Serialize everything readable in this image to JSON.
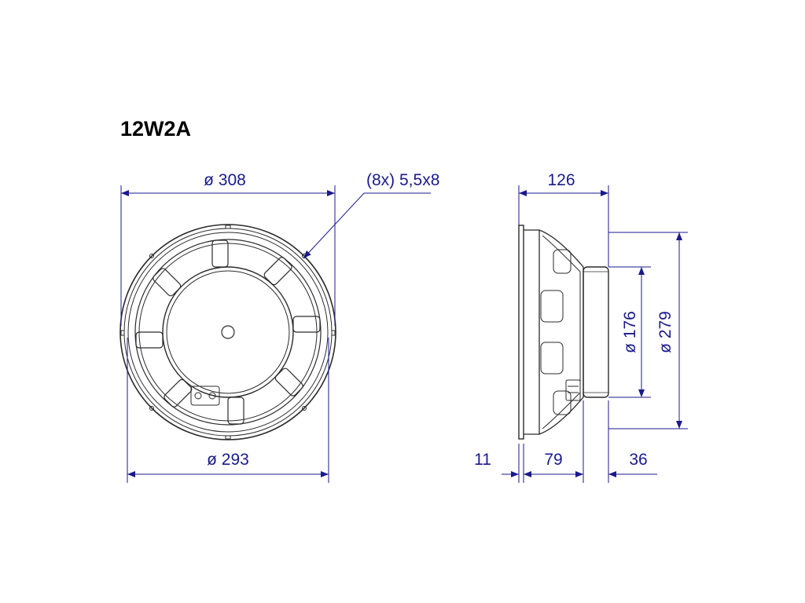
{
  "model": "12W2A",
  "dimensions": {
    "outer_diameter": "ø 308",
    "baffle_cutout_diameter": "ø 293",
    "mounting_holes": "(8x) 5,5x8",
    "total_depth": "126",
    "flange_thickness": "11",
    "frame_depth": "79",
    "magnet_depth": "36",
    "magnet_diameter": "ø 176",
    "rear_mount_diameter": "ø 279"
  },
  "colors": {
    "dimension": "#1a1a8c",
    "drawing": "#2b2b2b",
    "title": "#000000"
  }
}
